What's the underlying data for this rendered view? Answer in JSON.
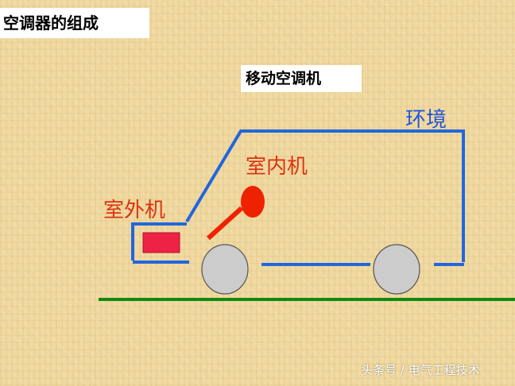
{
  "title": "空调器的组成",
  "subtitle": "移动空调机",
  "labels": {
    "environment": "环境",
    "indoor_unit": "室内机",
    "outdoor_unit": "室外机"
  },
  "watermark": "头条号 / 电气工程技术",
  "colors": {
    "outline": "#2266dd",
    "indoor_label": "#dd3311",
    "outdoor_unit": "#ee2244",
    "indoor_unit": "#ee2200",
    "ground": "#118811",
    "wheel": "#cccccc"
  }
}
